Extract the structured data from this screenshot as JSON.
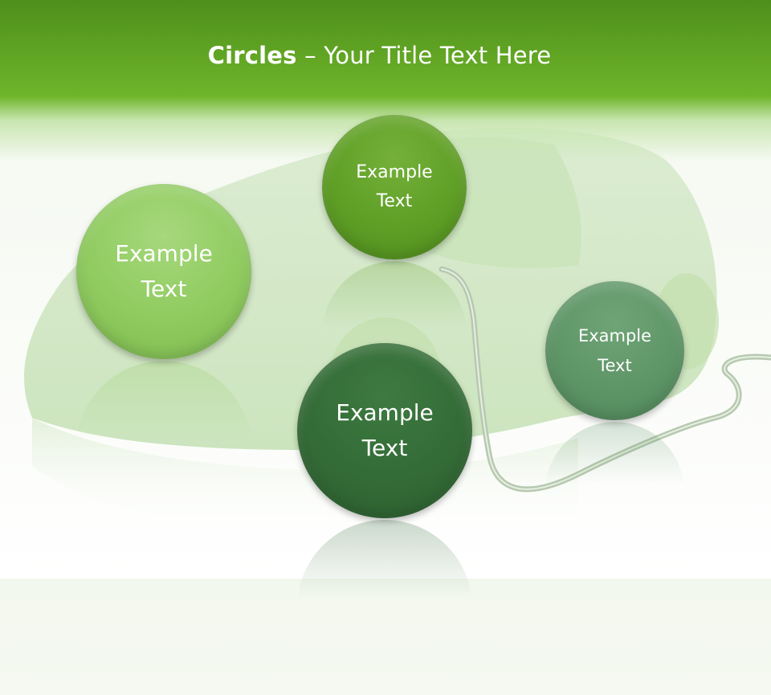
{
  "slide": {
    "title_bold": "Circles",
    "title_rest": " – Your Title Text Here"
  },
  "circles": [
    {
      "label": "Example\nText",
      "color": "#8fcb5f"
    },
    {
      "label": "Example\nText",
      "color": "#5f9f26"
    },
    {
      "label": "Example\nText",
      "color": "#336a36"
    },
    {
      "label": "Example\nText",
      "color": "#5d9466"
    }
  ]
}
